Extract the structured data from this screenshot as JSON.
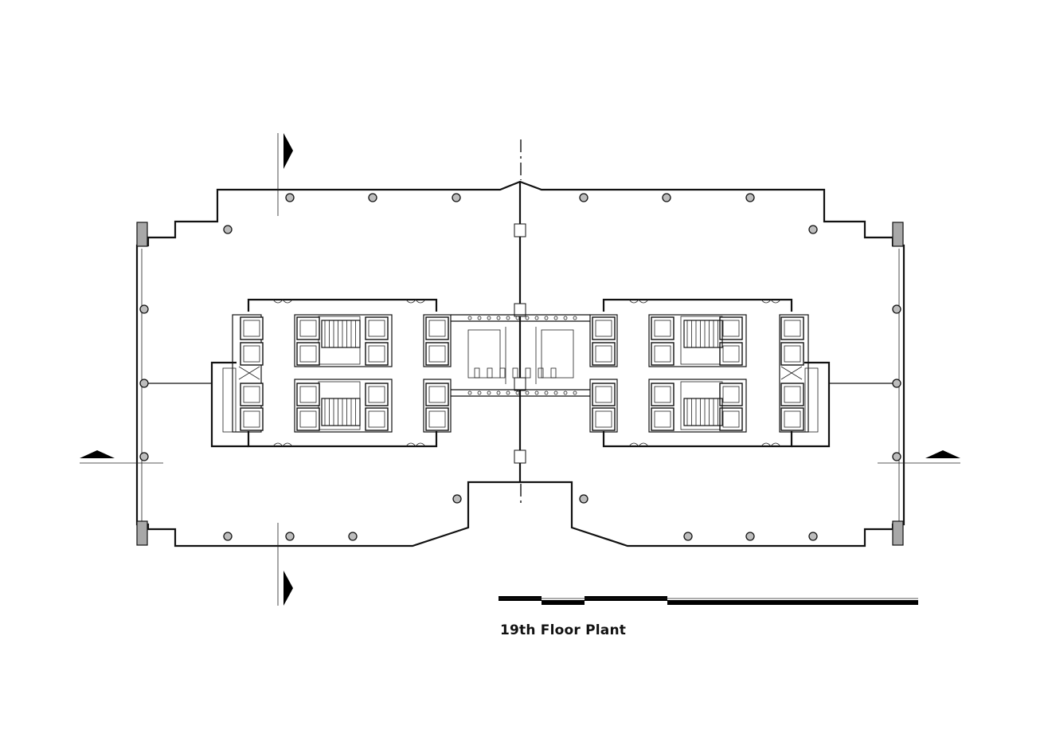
{
  "caption": "19th Floor Plant",
  "colors": {
    "line": "#111111",
    "column_fill": "#bdbdbd",
    "background": "#ffffff"
  },
  "icons": [
    "section-marker-arrow",
    "structural-column",
    "elevator-car",
    "stair",
    "door-swing"
  ]
}
